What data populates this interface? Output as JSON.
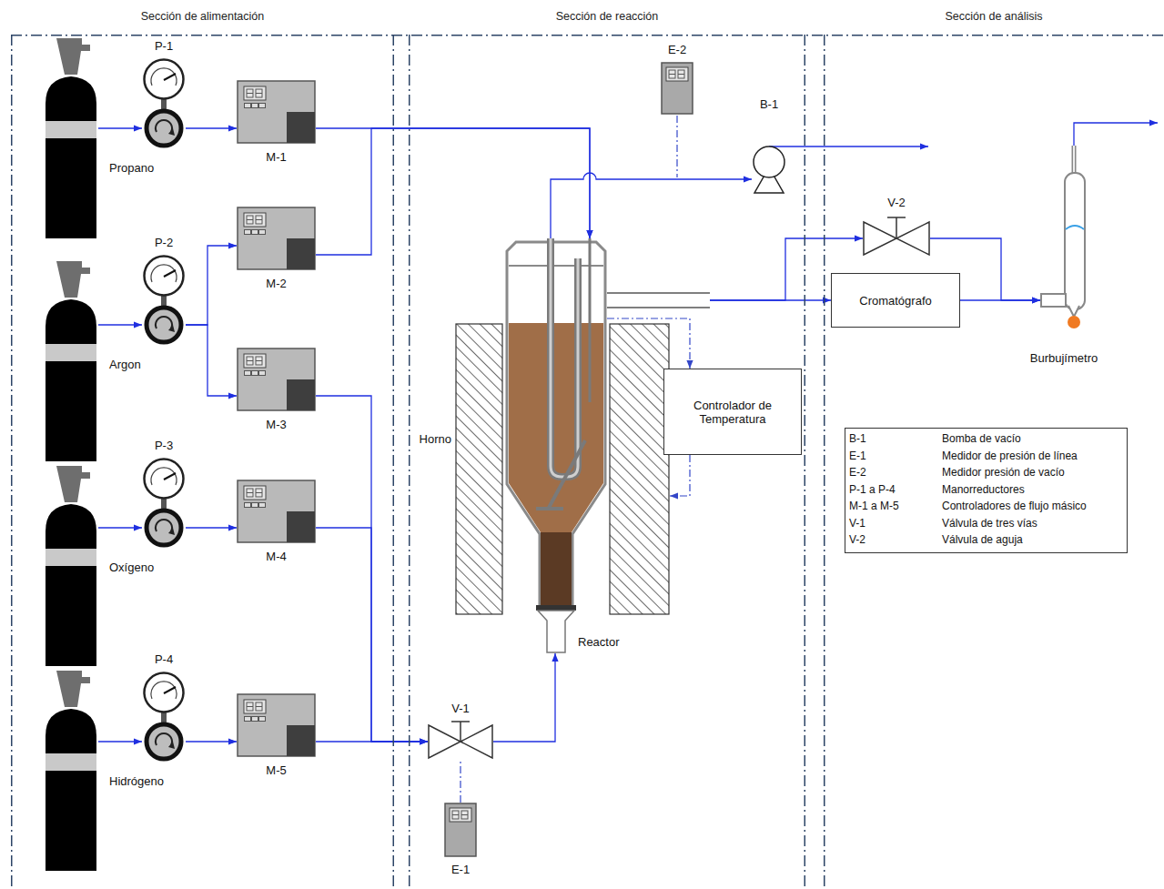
{
  "diagram": {
    "nodes": [
      {
        "text": [
          "Sección de alimentación"
        ]
      },
      {
        "text": [
          "Propano"
        ],
        "in": 0
      },
      {
        "text": [
          "P-1"
        ],
        "in": 0
      },
      {
        "text": [
          "M-1"
        ],
        "in": 0
      },
      {
        "text": [
          "Argon"
        ],
        "in": 0
      },
      {
        "text": [
          "P-2"
        ],
        "in": 0
      },
      {
        "text": [
          "M-2"
        ],
        "in": 0
      },
      {
        "text": [
          "M-3"
        ],
        "in": 0
      },
      {
        "text": [
          "Oxígeno"
        ],
        "in": 0
      },
      {
        "text": [
          "P-3"
        ],
        "in": 0
      },
      {
        "text": [
          "M-4"
        ],
        "in": 0
      },
      {
        "text": [
          "Hidrógeno"
        ],
        "in": 0
      },
      {
        "text": [
          "P-4"
        ],
        "in": 0
      },
      {
        "text": [
          "M-5"
        ],
        "in": 0
      },
      {
        "text": [
          "Sección de reacción"
        ]
      },
      {
        "text": [
          "E-2"
        ],
        "in": 14
      },
      {
        "text": [
          "B-1"
        ],
        "in": 14
      },
      {
        "text": [
          "Reactor"
        ],
        "in": 14
      },
      {
        "text": [
          "Horno"
        ],
        "in": 14
      },
      {
        "text": [
          "Controlador de Temperatura"
        ],
        "in": 14
      },
      {
        "text": [
          "V-1"
        ],
        "in": 14
      },
      {
        "text": [
          "E-1"
        ],
        "in": 14
      },
      {
        "text": [
          "Sección de análisis"
        ]
      },
      {
        "text": [
          "V-2"
        ],
        "in": 22
      },
      {
        "text": [
          "Cromatógrafo"
        ],
        "in": 22
      },
      {
        "text": [
          "Burbujímetro"
        ],
        "in": 22
      }
    ],
    "edges": [
      {
        "from": 1,
        "to": 2,
        "arrow": "to"
      },
      {
        "from": 2,
        "to": 3,
        "arrow": "to"
      },
      {
        "from": 3,
        "to": 17,
        "arrow": "to"
      },
      {
        "from": 4,
        "to": 5,
        "arrow": "to"
      },
      {
        "from": 5,
        "to": 6,
        "arrow": "to"
      },
      {
        "from": 5,
        "to": 7,
        "arrow": "to"
      },
      {
        "from": 6,
        "to": 17,
        "arrow": "to"
      },
      {
        "from": 8,
        "to": 9,
        "arrow": "to"
      },
      {
        "from": 9,
        "to": 10,
        "arrow": "to"
      },
      {
        "from": 11,
        "to": 12,
        "arrow": "to"
      },
      {
        "from": 12,
        "to": 13,
        "arrow": "to"
      },
      {
        "from": 7,
        "to": 20,
        "arrow": "to"
      },
      {
        "from": 10,
        "to": 20,
        "arrow": "to"
      },
      {
        "from": 13,
        "to": 20,
        "arrow": "to"
      },
      {
        "from": 20,
        "to": 17,
        "arrow": "to"
      },
      {
        "from": 21,
        "to": 20,
        "arrow": "none"
      },
      {
        "from": 17,
        "to": 16,
        "arrow": "to"
      },
      {
        "from": 17,
        "to": 24,
        "arrow": "to"
      },
      {
        "from": 17,
        "to": 23,
        "arrow": "to"
      },
      {
        "from": 23,
        "to": 25,
        "arrow": "to"
      },
      {
        "from": 24,
        "to": 25,
        "arrow": "to"
      },
      {
        "from": 17,
        "to": 19,
        "arrow": "to"
      },
      {
        "from": 19,
        "to": 18,
        "arrow": "to"
      }
    ],
    "labels": [
      "B-1",
      "Bomba de vacío",
      "E-1",
      "Medidor de presión de línea",
      "E-2",
      "Medidor presión de vacío",
      "P-1 a P-4",
      "Manorreductores",
      "M-1 a M-5",
      "Controladores de flujo másico",
      "V-1",
      "Válvula de tres vías",
      "V-2",
      "Válvula de aguja"
    ]
  }
}
